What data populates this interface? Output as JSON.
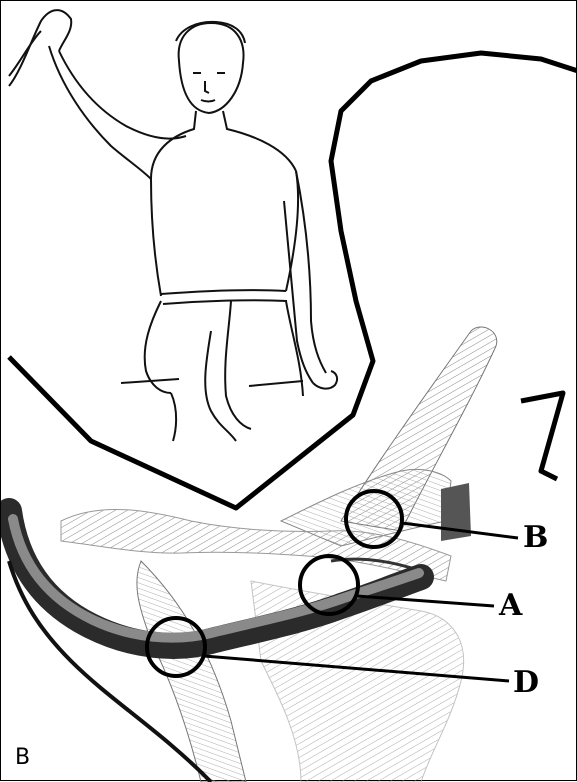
{
  "panel_label": "B",
  "callouts": [
    {
      "id": "A",
      "label": "A"
    },
    {
      "id": "B",
      "label": "B"
    },
    {
      "id": "D",
      "label": "D"
    }
  ]
}
